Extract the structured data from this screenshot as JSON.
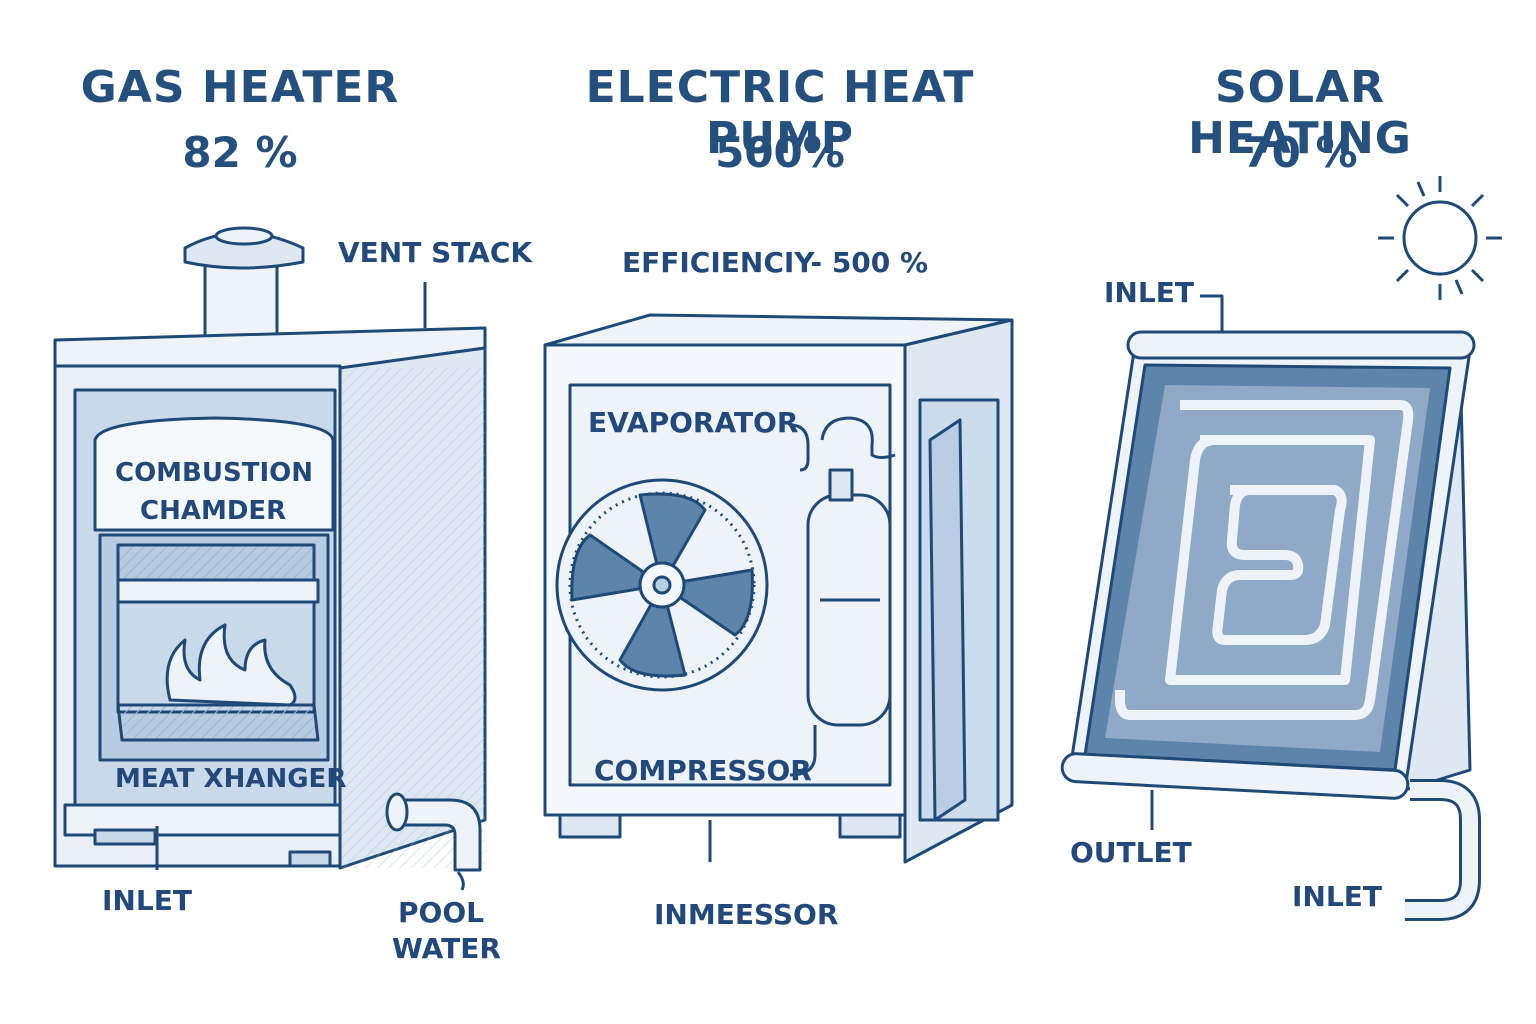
{
  "columns": [
    {
      "title": "GAS HEATER",
      "efficiency": "82 %"
    },
    {
      "title": "ELECTRIC HEAT PUMP",
      "efficiency": "500%"
    },
    {
      "title": "SOLAR HEATING",
      "efficiency": "70 %"
    }
  ],
  "gas": {
    "vent_stack": "VENT STACK",
    "combustion_line1": "COMBUSTION",
    "combustion_line2": "CHAMDER",
    "heat_exchanger": "MEAT XHANGER",
    "inlet": "INLET",
    "pool_line1": "POOL",
    "pool_line2": "WATER"
  },
  "pump": {
    "efficiency_note": "EFFICIENCIY- 500 %",
    "evaporator": "EVAPORATOR",
    "compressor": "COMPRESSOR",
    "bottom_label": "INMEESSOR"
  },
  "solar": {
    "inlet_top": "INLET",
    "outlet": "OUTLET",
    "inlet_bottom": "INLET"
  },
  "colors": {
    "ink": "#1f4a78",
    "fill_light": "#dde8f3",
    "fill_mid": "#b9cde3",
    "fill_dark": "#5f84ab"
  }
}
